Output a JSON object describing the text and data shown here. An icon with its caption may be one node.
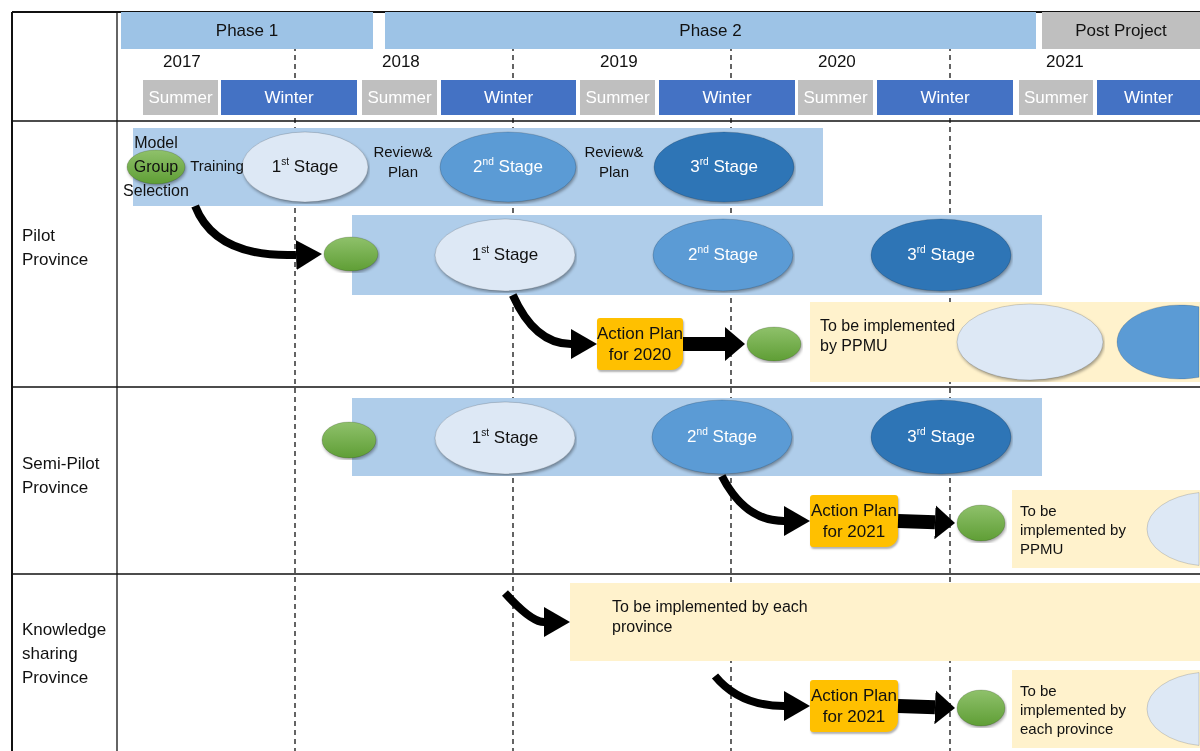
{
  "diagram": {
    "nodes": [
      {
        "text": [
          "Phase 1"
        ]
      },
      {
        "text": [
          "Phase 2"
        ]
      },
      {
        "text": [
          "Post Project"
        ]
      },
      {
        "text": [
          "Summer"
        ]
      },
      {
        "text": [
          "Winter"
        ]
      },
      {
        "text": [
          "Summer"
        ]
      },
      {
        "text": [
          "Winter"
        ]
      },
      {
        "text": [
          "Summer"
        ]
      },
      {
        "text": [
          "Winter"
        ]
      },
      {
        "text": [
          "Summer"
        ]
      },
      {
        "text": [
          "Winter"
        ]
      },
      {
        "text": [
          "Summer"
        ]
      },
      {
        "text": [
          "Winter"
        ]
      },
      {
        "text": [],
        "shape": "bar"
      },
      {
        "text": [
          "Model Group Selection"
        ]
      },
      {
        "text": [
          "1$^{st}$ Stage"
        ],
        "in": 13
      },
      {
        "text": [
          "2$^{nd}$ Stage"
        ],
        "in": 13
      },
      {
        "text": [
          "3$^{rd}$ Stage"
        ],
        "in": 13
      },
      {
        "text": [],
        "shape": "bar"
      },
      {
        "text": [],
        "shape": "circle"
      },
      {
        "text": [
          "1$^{st}$ Stage"
        ],
        "in": 18
      },
      {
        "text": [
          "2$^{nd}$ Stage"
        ],
        "in": 18
      },
      {
        "text": [
          "3$^{rd}$ Stage"
        ],
        "in": 18
      },
      {
        "text": [
          "Action Plan for 2020"
        ]
      },
      {
        "text": [],
        "shape": "circle"
      },
      {
        "text": [
          "To be implemented by PPMU"
        ]
      },
      {
        "text": [],
        "shape": "circle",
        "in": 25
      },
      {
        "text": [],
        "shape": "circle",
        "in": 25
      },
      {
        "text": [],
        "shape": "bar"
      },
      {
        "text": [],
        "shape": "circle"
      },
      {
        "text": [
          "1$^{st}$ Stage"
        ],
        "in": 28
      },
      {
        "text": [
          "2$^{nd}$ Stage"
        ],
        "in": 28
      },
      {
        "text": [
          "3$^{rd}$ Stage"
        ],
        "in": 28
      },
      {
        "text": [
          "Action Plan for 2021"
        ]
      },
      {
        "text": [],
        "shape": "circle"
      },
      {
        "text": [
          "To be implemented by PPMU"
        ]
      },
      {
        "text": [],
        "shape": "circle",
        "in": 35
      },
      {
        "text": [
          "To be implemented by each province"
        ]
      },
      {
        "text": [
          "Action Plan for 2021"
        ]
      },
      {
        "text": [],
        "shape": "circle"
      },
      {
        "text": [
          "To be implemented by each province"
        ]
      },
      {
        "text": [],
        "shape": "circle",
        "in": 40
      }
    ],
    "edges": [
      {
        "from": 13,
        "to": 19,
        "arrow": "to"
      },
      {
        "from": 18,
        "to": 23,
        "arrow": "to"
      },
      {
        "from": 23,
        "to": 24,
        "arrow": "to"
      },
      {
        "from": 28,
        "to": 33,
        "arrow": "to"
      },
      {
        "from": 33,
        "to": 34,
        "arrow": "to"
      },
      {
        "from": null,
        "to": 37,
        "arrow": "to"
      },
      {
        "from": null,
        "to": 38,
        "arrow": "to"
      },
      {
        "from": 38,
        "to": 39,
        "arrow": "to"
      }
    ],
    "labels": [
      "2017",
      "2018",
      "2019",
      "2020",
      "2021",
      "Training",
      "Review& Plan",
      "Review& Plan",
      "Pilot Province",
      "Semi-Pilot Province",
      "Knowledge sharing Province"
    ]
  }
}
